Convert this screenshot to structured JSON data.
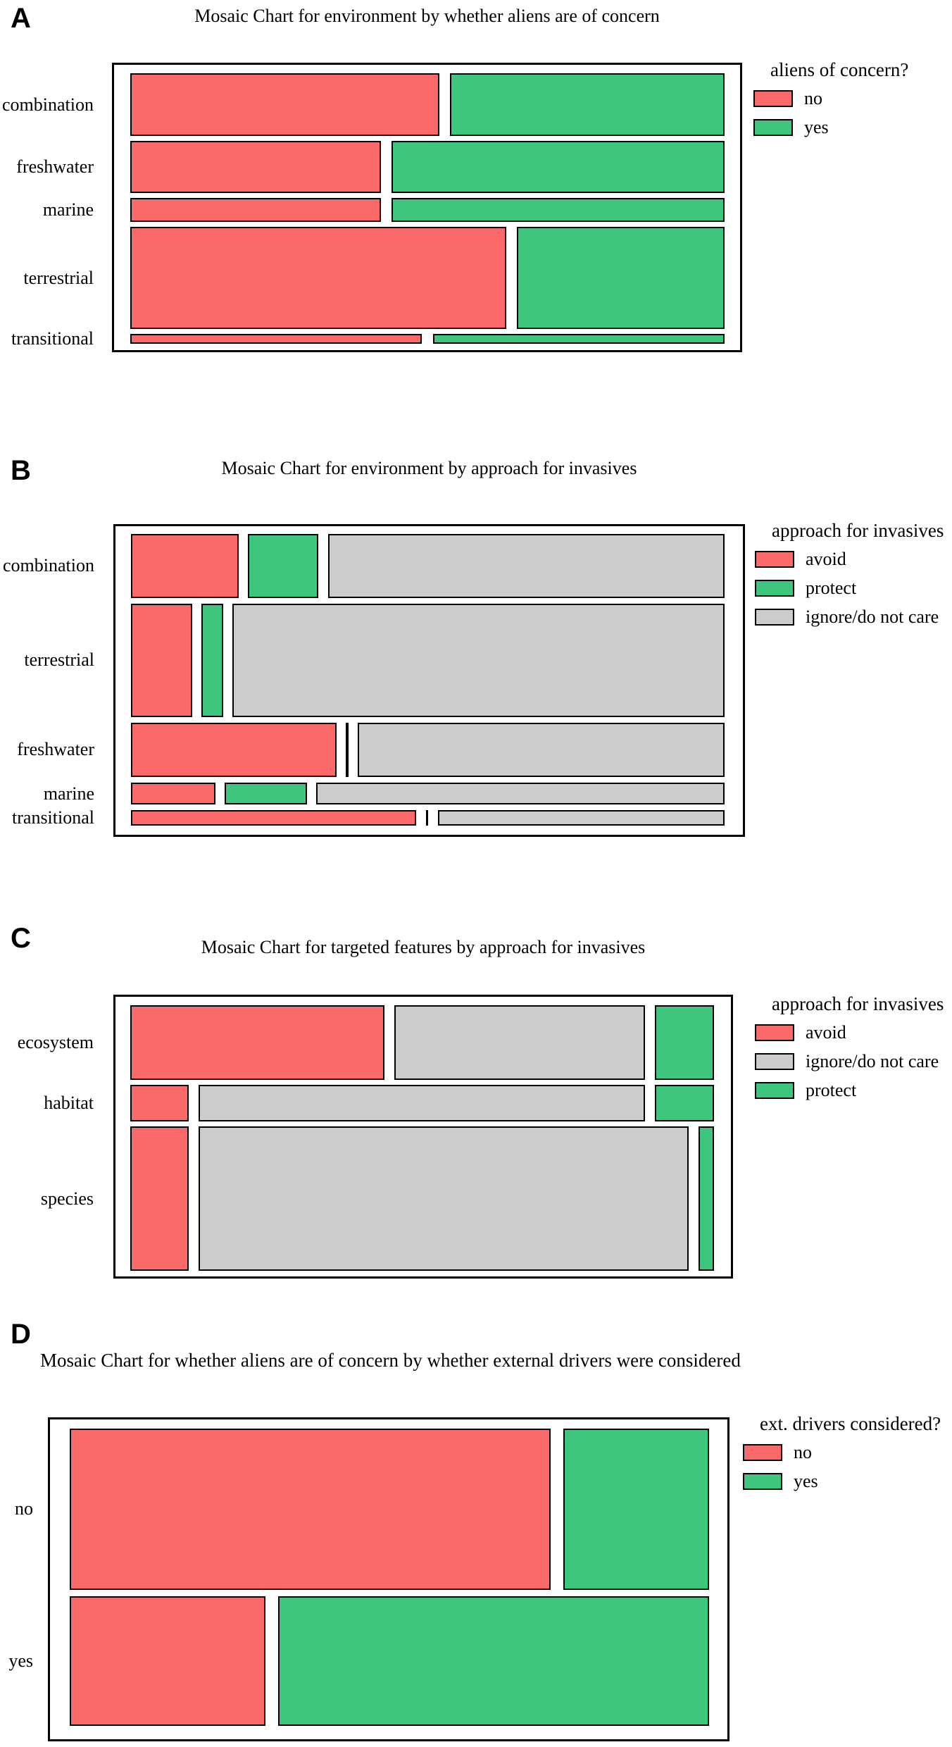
{
  "colors": {
    "red": "#FA6A6A",
    "green": "#3EC57E",
    "gray": "#CCCCCC"
  },
  "chart_data": [
    {
      "panel_label": "A",
      "type": "mosaic",
      "title": "Mosaic Chart for environment by whether aliens are of concern",
      "y_variable": "environment",
      "x_variable": "whether aliens are of concern",
      "legend": {
        "title": "aliens of concern?",
        "items": [
          {
            "label": "no",
            "color": "red"
          },
          {
            "label": "yes",
            "color": "green"
          }
        ]
      },
      "gap_pct": 1.8,
      "rows": [
        {
          "label": "combination",
          "height_weight": 90,
          "segments": [
            {
              "label": "no",
              "color": "red",
              "width_pct": 52.0
            },
            {
              "label": "yes",
              "color": "green",
              "width_pct": 46.2
            }
          ]
        },
        {
          "label": "freshwater",
          "height_weight": 74,
          "segments": [
            {
              "label": "no",
              "color": "red",
              "width_pct": 42.2
            },
            {
              "label": "yes",
              "color": "green",
              "width_pct": 56.0
            }
          ]
        },
        {
          "label": "marine",
          "height_weight": 35,
          "segments": [
            {
              "label": "no",
              "color": "red",
              "width_pct": 42.2
            },
            {
              "label": "yes",
              "color": "green",
              "width_pct": 56.0
            }
          ]
        },
        {
          "label": "terrestrial",
          "height_weight": 146,
          "segments": [
            {
              "label": "no",
              "color": "red",
              "width_pct": 63.3
            },
            {
              "label": "yes",
              "color": "green",
              "width_pct": 34.9
            }
          ]
        },
        {
          "label": "transitional",
          "height_weight": 14,
          "segments": [
            {
              "label": "no",
              "color": "red",
              "width_pct": 49.1
            },
            {
              "label": "yes",
              "color": "green",
              "width_pct": 49.1
            }
          ]
        }
      ]
    },
    {
      "panel_label": "B",
      "type": "mosaic",
      "title": "Mosaic Chart for environment by approach for invasives",
      "y_variable": "environment",
      "x_variable": "approach for invasives",
      "legend": {
        "title": "approach for invasives",
        "items": [
          {
            "label": "avoid",
            "color": "red"
          },
          {
            "label": "protect",
            "color": "green"
          },
          {
            "label": "ignore/do not care",
            "color": "gray"
          }
        ]
      },
      "gap_pct": 1.6,
      "rows": [
        {
          "label": "combination",
          "height_weight": 92,
          "segments": [
            {
              "label": "avoid",
              "color": "red",
              "width_pct": 18.1
            },
            {
              "label": "protect",
              "color": "green",
              "width_pct": 11.9
            },
            {
              "label": "ignore/do not care",
              "color": "gray",
              "width_pct": 66.8
            }
          ]
        },
        {
          "label": "terrestrial",
          "height_weight": 163,
          "segments": [
            {
              "label": "avoid",
              "color": "red",
              "width_pct": 10.3
            },
            {
              "label": "protect",
              "color": "green",
              "width_pct": 3.6
            },
            {
              "label": "ignore/do not care",
              "color": "gray",
              "width_pct": 82.9
            }
          ]
        },
        {
          "label": "freshwater",
          "height_weight": 78,
          "segments": [
            {
              "label": "avoid",
              "color": "red",
              "width_pct": 34.6
            },
            {
              "label": "protect",
              "color": "line",
              "width_pct": 0.4
            },
            {
              "label": "ignore/do not care",
              "color": "gray",
              "width_pct": 61.8
            }
          ]
        },
        {
          "label": "marine",
          "height_weight": 32,
          "segments": [
            {
              "label": "avoid",
              "color": "red",
              "width_pct": 14.2
            },
            {
              "label": "protect",
              "color": "green",
              "width_pct": 13.8
            },
            {
              "label": "ignore/do not care",
              "color": "gray",
              "width_pct": 68.8
            }
          ]
        },
        {
          "label": "transitional",
          "height_weight": 22,
          "segments": [
            {
              "label": "avoid",
              "color": "red",
              "width_pct": 48.1
            },
            {
              "label": "protect",
              "color": "line",
              "width_pct": 0.4
            },
            {
              "label": "ignore/do not care",
              "color": "gray",
              "width_pct": 48.3
            }
          ]
        }
      ]
    },
    {
      "panel_label": "C",
      "type": "mosaic",
      "title": "Mosaic Chart for targeted features by approach for invasives",
      "y_variable": "targeted features",
      "x_variable": "approach for invasives",
      "legend": {
        "title": "approach for invasives",
        "items": [
          {
            "label": "avoid",
            "color": "red"
          },
          {
            "label": "ignore/do not care",
            "color": "gray"
          },
          {
            "label": "protect",
            "color": "green"
          }
        ]
      },
      "gap_pct": 1.7,
      "rows": [
        {
          "label": "ecosystem",
          "height_weight": 108,
          "segments": [
            {
              "label": "avoid",
              "color": "red",
              "width_pct": 43.5
            },
            {
              "label": "ignore/do not care",
              "color": "gray",
              "width_pct": 43.0
            },
            {
              "label": "protect",
              "color": "green",
              "width_pct": 10.1
            }
          ]
        },
        {
          "label": "habitat",
          "height_weight": 53,
          "segments": [
            {
              "label": "avoid",
              "color": "red",
              "width_pct": 10.0
            },
            {
              "label": "ignore/do not care",
              "color": "gray",
              "width_pct": 76.5
            },
            {
              "label": "protect",
              "color": "green",
              "width_pct": 10.1
            }
          ]
        },
        {
          "label": "species",
          "height_weight": 208,
          "segments": [
            {
              "label": "avoid",
              "color": "red",
              "width_pct": 10.0
            },
            {
              "label": "ignore/do not care",
              "color": "gray",
              "width_pct": 84.0
            },
            {
              "label": "protect",
              "color": "green",
              "width_pct": 2.6
            }
          ]
        }
      ]
    },
    {
      "panel_label": "D",
      "type": "mosaic",
      "title": "Mosaic Chart for whether aliens are of concern by whether external drivers were considered",
      "y_variable": "whether aliens are of concern",
      "x_variable": "whether external drivers were considered",
      "legend": {
        "title": "ext. drivers considered?",
        "items": [
          {
            "label": "no",
            "color": "red"
          },
          {
            "label": "yes",
            "color": "green"
          }
        ]
      },
      "gap_pct": 2.0,
      "rows": [
        {
          "label": "no",
          "height_weight": 232,
          "segments": [
            {
              "label": "no",
              "color": "red",
              "width_pct": 75.2
            },
            {
              "label": "yes",
              "color": "green",
              "width_pct": 22.8
            }
          ]
        },
        {
          "label": "yes",
          "height_weight": 187,
          "segments": [
            {
              "label": "no",
              "color": "red",
              "width_pct": 30.6
            },
            {
              "label": "yes",
              "color": "green",
              "width_pct": 67.4
            }
          ]
        }
      ]
    }
  ]
}
